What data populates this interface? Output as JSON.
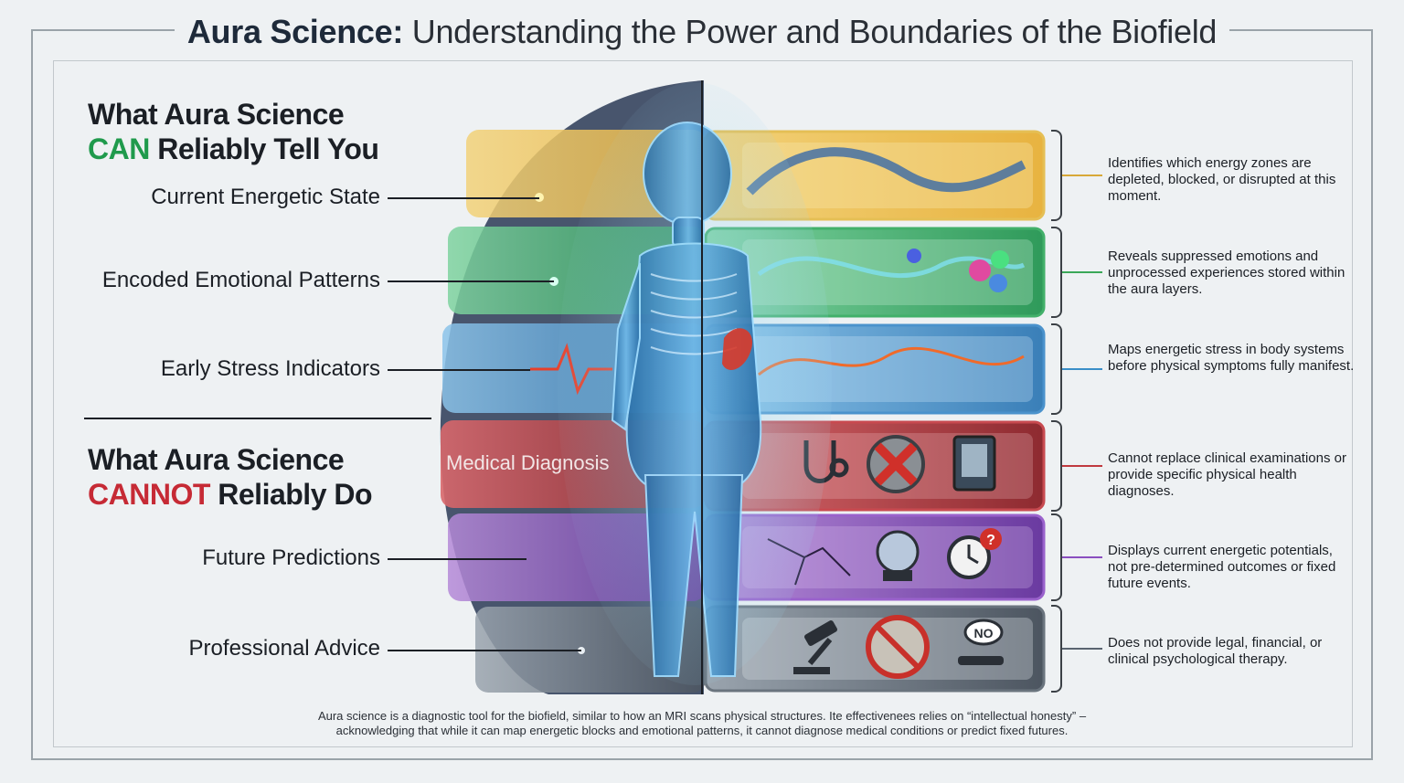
{
  "title": {
    "bold": "Aura Science:",
    "rest": "Understanding the Power and Boundaries of the Biofield"
  },
  "can_section": {
    "line1": "What Aura Science",
    "highlight": "CAN",
    "line2_rest": "Reliably Tell You"
  },
  "cannot_section": {
    "line1": "What Aura Science",
    "highlight": "CANNOT",
    "line2_rest": "Reliably Do"
  },
  "items": [
    {
      "label": "Current Energetic State",
      "desc": "Identifies which energy zones are depleted, blocked, or disrupted at this moment.",
      "color": "#d8a838"
    },
    {
      "label": "Encoded Emotional Patterns",
      "desc": "Reveals suppressed emotions and unprocessed experiences stored within the aura layers.",
      "color": "#3aa858"
    },
    {
      "label": "Early Stress Indicators",
      "desc": "Maps energetic stress in body systems before physical symptoms fully manifest.",
      "color": "#3a8ec8"
    },
    {
      "label": "Medical Diagnosis",
      "desc": "Cannot replace clinical examinations or provide specific physical health diagnoses.",
      "color": "#c0393f"
    },
    {
      "label": "Future Predictions",
      "desc": "Displays current energetic potentials, not pre-determined outcomes or fixed future events.",
      "color": "#8a4fc0"
    },
    {
      "label": "Professional Advice",
      "desc": "Does not provide legal, financial, or clinical psychological therapy.",
      "color": "#5a6470"
    }
  ],
  "badge": {
    "no": "NO",
    "question": "?"
  },
  "footer": {
    "line1": "Aura science is a diagnostic tool for the biofield, similar to how an MRI scans physical structures. Ite effectivenees relies on “intellectual honesty” –",
    "line2": "acknowledging that while it can map energetic blocks and emotional patterns, it cannot diagnose medical conditions or predict fixed futures."
  }
}
